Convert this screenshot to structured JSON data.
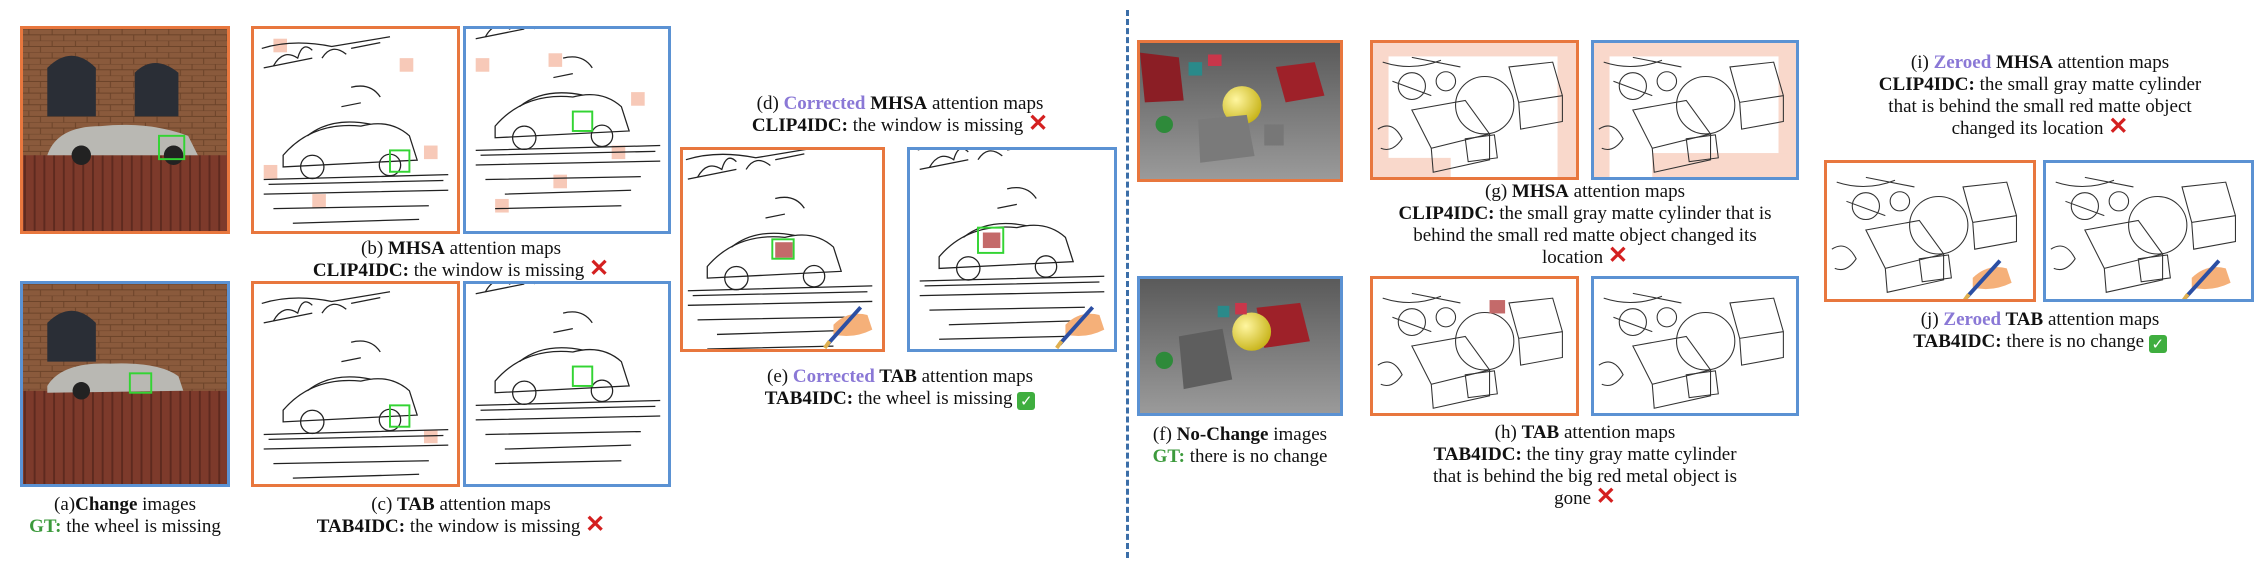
{
  "colors": {
    "orange": "#e8773e",
    "blue": "#5b92d3",
    "purple": "#8a78d6",
    "green": "#3c9a3c",
    "red": "#d42020"
  },
  "captions": {
    "a": {
      "prefix": "(a)",
      "bold": "Change",
      "rest": " images",
      "gt_label": "GT:",
      "gt_text": " the wheel is missing"
    },
    "b": {
      "prefix": "(b) ",
      "bold": "MHSA",
      "rest": " attention maps",
      "model": "CLIP4IDC:",
      "text": " the window is missing",
      "mark": "✕"
    },
    "c": {
      "prefix": "(c) ",
      "bold": "TAB",
      "rest": " attention maps",
      "model": "TAB4IDC:",
      "text": " the window is missing",
      "mark": "✕"
    },
    "d": {
      "prefix": "(d) ",
      "highlight": "Corrected",
      "bold": " MHSA",
      "rest": " attention maps",
      "model": "CLIP4IDC:",
      "text": " the window is missing",
      "mark": "✕"
    },
    "e": {
      "prefix": "(e) ",
      "highlight": "Corrected",
      "bold": " TAB",
      "rest": " attention maps",
      "model": "TAB4IDC:",
      "text": " the wheel is missing",
      "mark": "✓"
    },
    "f": {
      "prefix": "(f) ",
      "bold": "No-Change",
      "rest": " images",
      "gt_label": "GT:",
      "gt_text": " there is no change"
    },
    "g": {
      "prefix": "(g) ",
      "bold": "MHSA",
      "rest": " attention maps",
      "model": "CLIP4IDC:",
      "line1": " the small gray matte cylinder that is",
      "line2": "behind the small red matte object changed its",
      "line3": "location",
      "mark": "✕"
    },
    "h": {
      "prefix": "(h) ",
      "bold": "TAB",
      "rest": " attention maps",
      "model": "TAB4IDC:",
      "line1": " the tiny gray matte cylinder",
      "line2": "that is behind the big red metal object is",
      "line3": "gone",
      "mark": "✕"
    },
    "i": {
      "prefix": "(i) ",
      "highlight": "Zeroed",
      "bold": " MHSA",
      "rest": " attention maps",
      "model": "CLIP4IDC:",
      "line1": " the small gray matte cylinder",
      "line2": "that is behind the small red matte object",
      "line3": "changed its location",
      "mark": "✕"
    },
    "j": {
      "prefix": "(j) ",
      "highlight": "Zeroed",
      "bold": " TAB",
      "rest": " attention maps",
      "model": "TAB4IDC:",
      "text": " there is no change",
      "mark": "✓"
    }
  }
}
